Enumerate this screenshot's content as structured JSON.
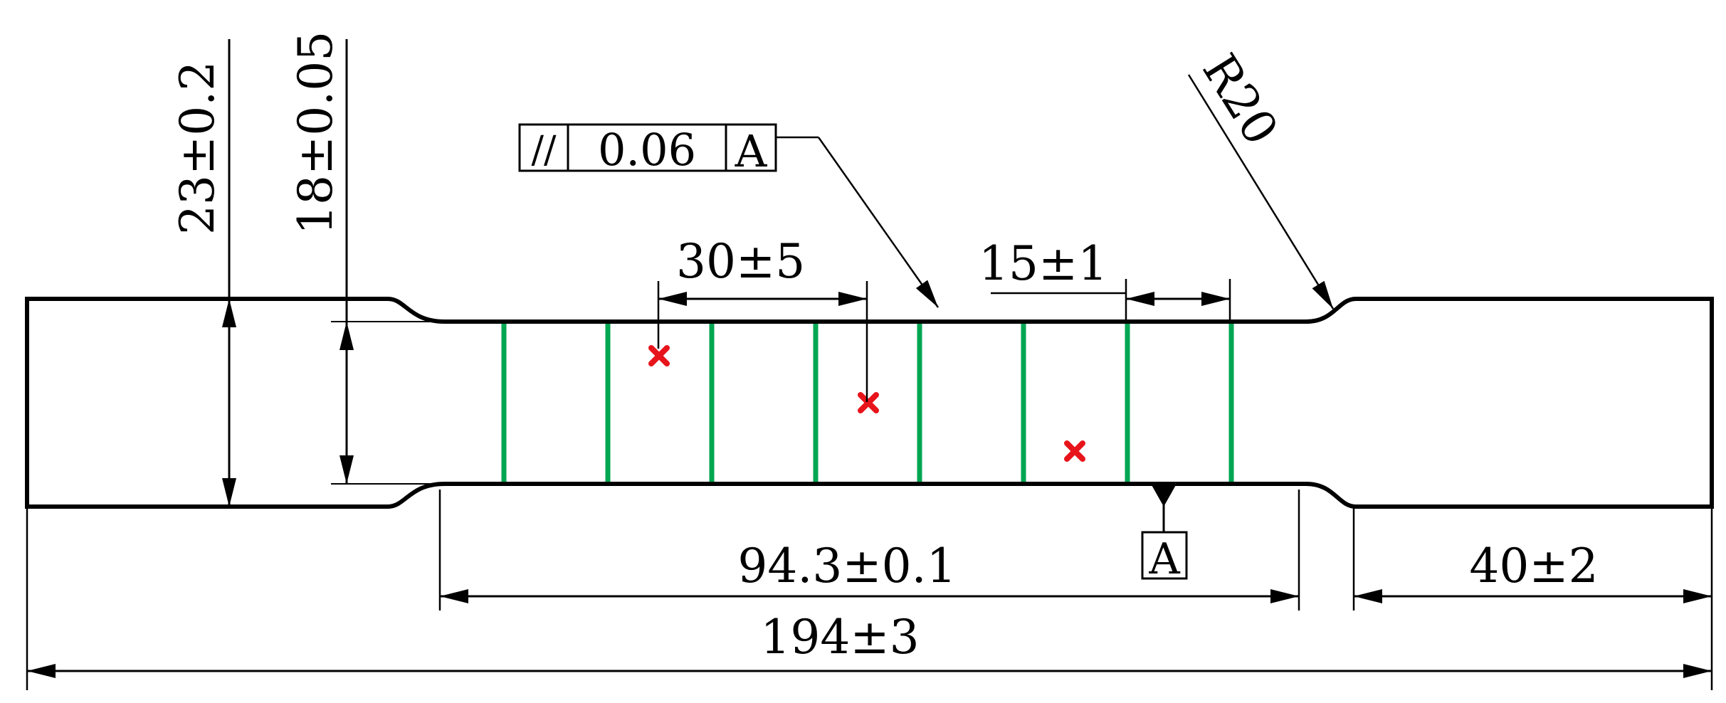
{
  "dimensions": {
    "grip_width": "23±0.2",
    "gauge_width": "18±0.05",
    "strain_gauge_spacing_large": "30±5",
    "strain_gauge_spacing_small": "15±1",
    "fillet_radius": "R20",
    "parallel_length": "94.3±0.1",
    "total_length": "194±3",
    "grip_length": "40±2"
  },
  "tolerance_frame": {
    "symbol": "//",
    "value": "0.06",
    "datum": "A"
  },
  "datum_label": "A",
  "colors": {
    "outline": "#000000",
    "measurement_lines": "#00a651",
    "markers": "#e8141b"
  },
  "measurement_lines_count": 8,
  "markers_count": 3
}
